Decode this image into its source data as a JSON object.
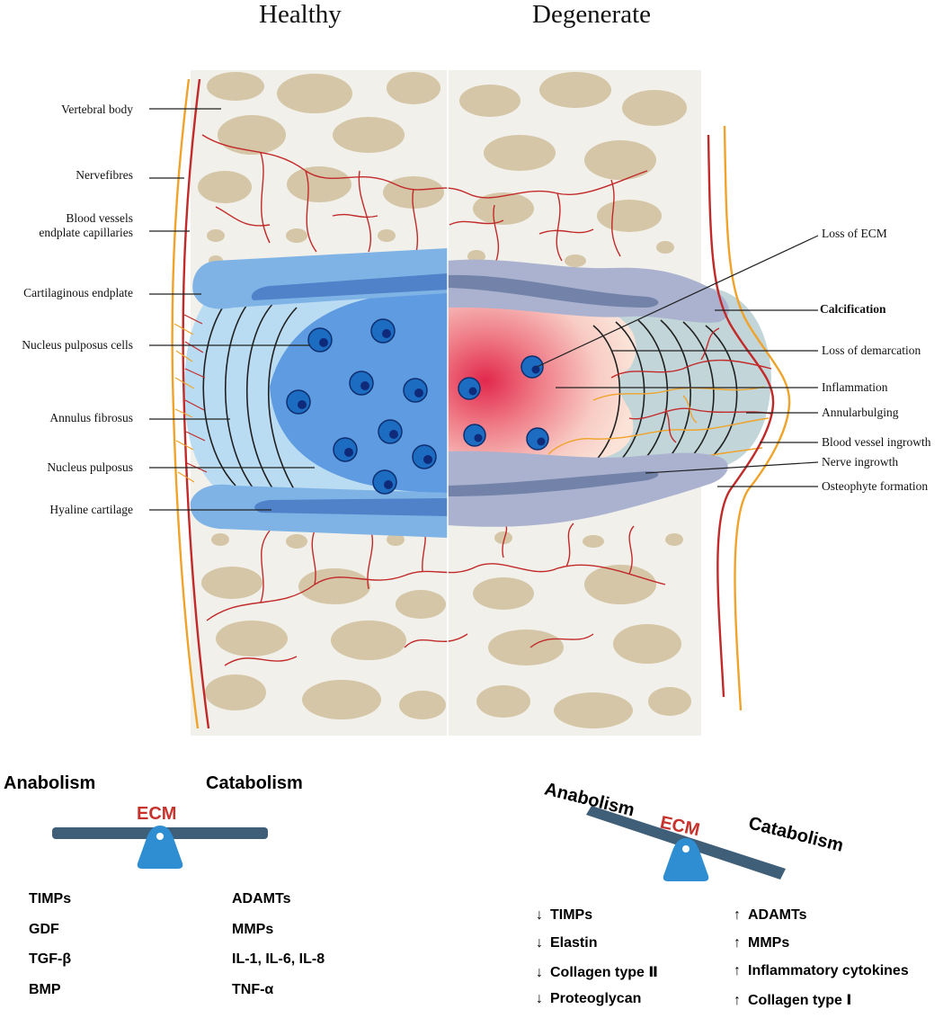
{
  "headers": {
    "healthy": "Healthy",
    "degenerate": "Degenerate"
  },
  "left_labels": [
    {
      "text": "Vertebral body"
    },
    {
      "text": "Nervefibres"
    },
    {
      "text": "Blood vessels\nendplate capillaries"
    },
    {
      "text": "Cartilaginous endplate"
    },
    {
      "text": "Nucleus pulposus cells"
    },
    {
      "text": "Annulus fibrosus"
    },
    {
      "text": "Nucleus pulposus"
    },
    {
      "text": "Hyaline cartilage"
    }
  ],
  "right_labels": [
    {
      "text": "Loss of ECM"
    },
    {
      "text": "Calcification"
    },
    {
      "text": "Loss of demarcation"
    },
    {
      "text": "Inflammation"
    },
    {
      "text": "Annularbulging"
    },
    {
      "text": "Blood vessel ingrowth"
    },
    {
      "text": "Nerve ingrowth"
    },
    {
      "text": "Osteophyte formation"
    }
  ],
  "healthy_balance": {
    "anabolism": "Anabolism",
    "catabolism": "Catabolism",
    "ecm": "ECM",
    "anabolic": [
      "TIMPs",
      "GDF",
      "TGF-β",
      "BMP"
    ],
    "catabolic": [
      "ADAMTs",
      "MMPs",
      "IL-1, IL-6, IL-8",
      "TNF-α"
    ]
  },
  "degenerate_balance": {
    "anabolism": "Anabolism",
    "catabolism": "Catabolism",
    "ecm": "ECM",
    "decreased_arrow": "↓",
    "increased_arrow": "↑",
    "decreased": [
      "TIMPs",
      "Elastin",
      "Collagen type Ⅱ",
      "Proteoglycan"
    ],
    "increased": [
      "ADAMTs",
      "MMPs",
      "Inflammatory cytokines",
      "Collagen type Ⅰ"
    ]
  },
  "colors": {
    "bone_background": "#f1f0ea",
    "bone_fragment": "#d4c6a6",
    "blood_vessel": "#c22a2a",
    "nerve": "#f0a32a",
    "disc_light_blue": "#b9dcf3",
    "disc_mid_blue": "#7fb3e6",
    "nucleus_blue": "#5f9be0",
    "cell_blue": "#1c6cc2",
    "cell_dark": "#102a7a",
    "inflammation_red": "#e2284c",
    "degenerate_grey_blue": "#aab2cf",
    "degenerate_annulus": "#c2d5d8",
    "balance_beam": "#3f5e78",
    "fulcrum": "#2f8ed2",
    "ecm_label": "#c8322d"
  }
}
